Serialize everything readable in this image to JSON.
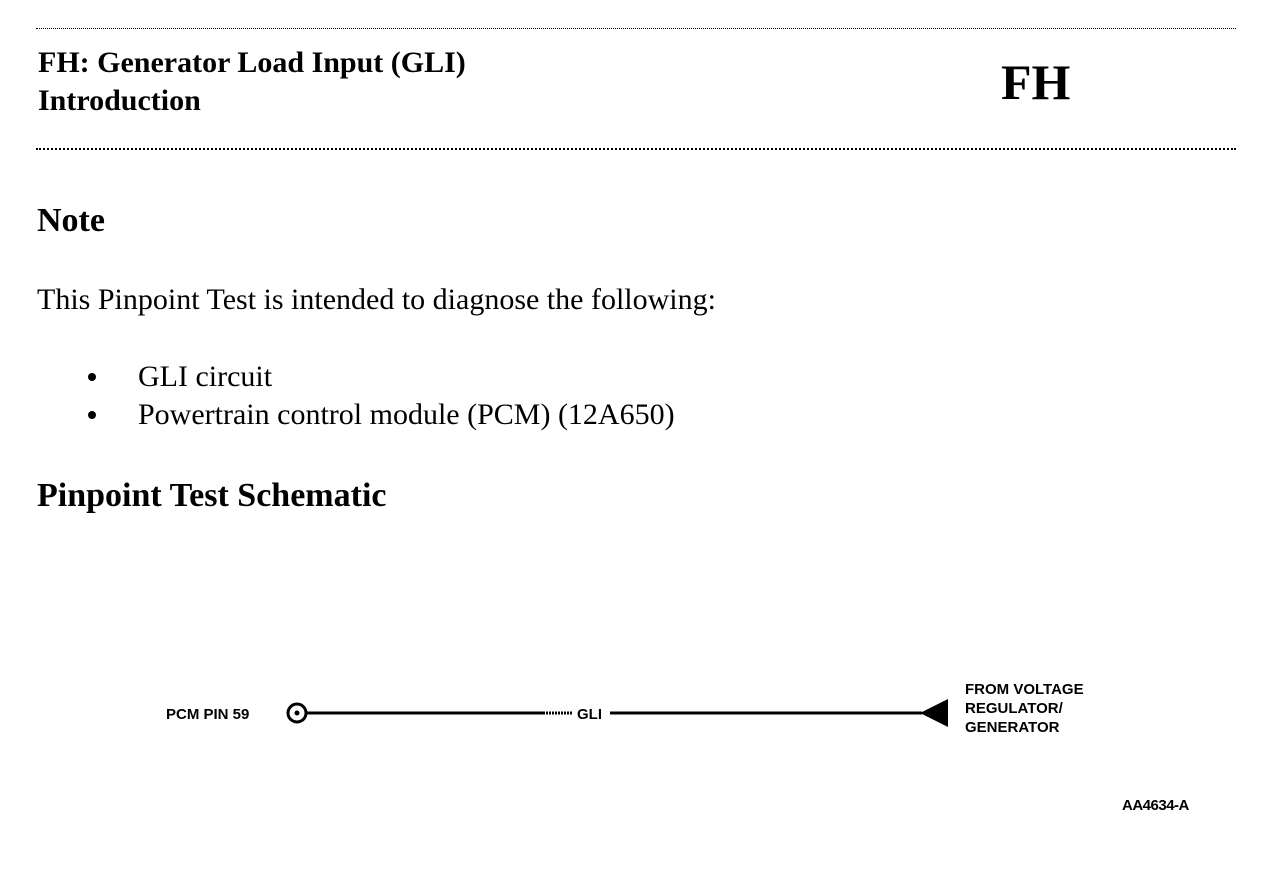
{
  "header": {
    "title_line1": "FH: Generator Load Input (GLI)",
    "title_line2": "Introduction",
    "code": "FH"
  },
  "note": {
    "heading": "Note",
    "intro": "This Pinpoint Test is intended to diagnose the following:",
    "items": [
      {
        "label": "GLI circuit"
      },
      {
        "label": "Powertrain control module (PCM) (12A650)"
      }
    ]
  },
  "schematic": {
    "heading": "Pinpoint Test Schematic",
    "left_label": "PCM PIN 59",
    "wire_label": "GLI",
    "right_label_lines": [
      "FROM VOLTAGE",
      "REGULATOR/",
      "GENERATOR"
    ],
    "figure_id": "AA4634-A"
  }
}
